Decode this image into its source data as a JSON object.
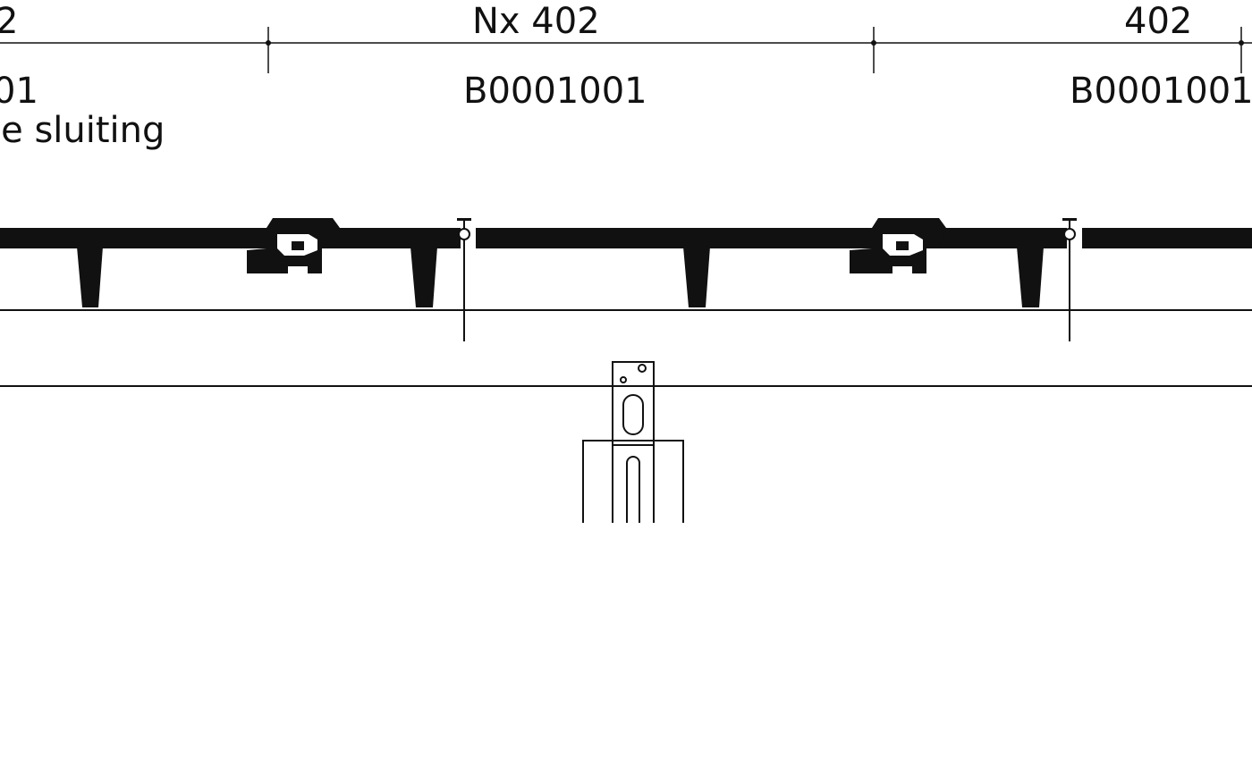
{
  "dimensions": {
    "left_partial": "2",
    "middle": "Nx 402",
    "right": "402"
  },
  "codes": {
    "left_partial": "01",
    "middle": "B0001001",
    "right": "B0001001"
  },
  "notes": {
    "left_partial": "le sluiting"
  },
  "colors": {
    "ink": "#111111",
    "background": "#ffffff"
  }
}
